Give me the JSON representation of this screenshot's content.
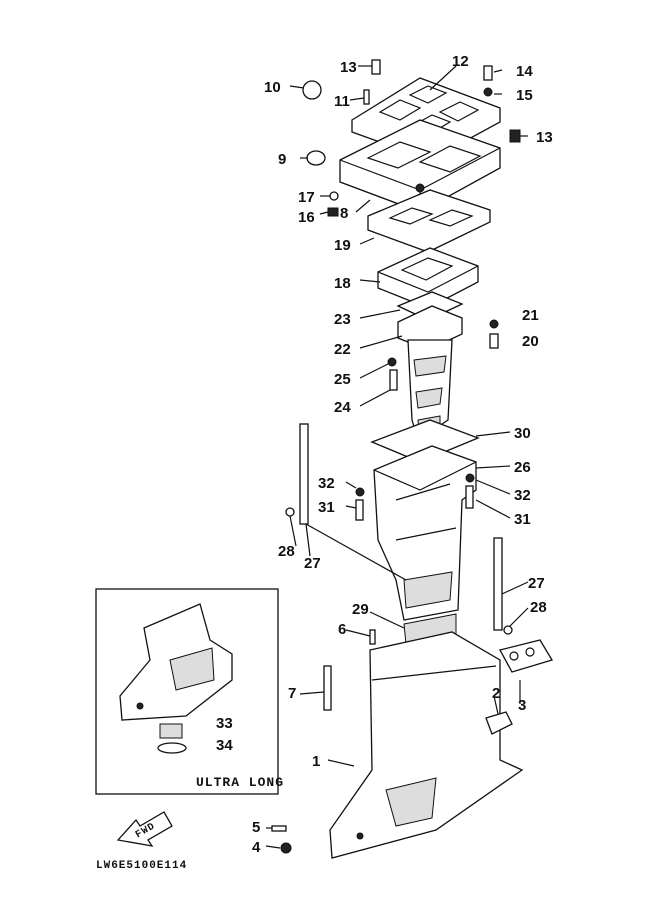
{
  "diagram": {
    "labels": [
      {
        "id": "1",
        "text": "1"
      },
      {
        "id": "2",
        "text": "2"
      },
      {
        "id": "3",
        "text": "3"
      },
      {
        "id": "4",
        "text": "4"
      },
      {
        "id": "5",
        "text": "5"
      },
      {
        "id": "6",
        "text": "6"
      },
      {
        "id": "7",
        "text": "7"
      },
      {
        "id": "8",
        "text": "8"
      },
      {
        "id": "9",
        "text": "9"
      },
      {
        "id": "10",
        "text": "10"
      },
      {
        "id": "11",
        "text": "11"
      },
      {
        "id": "12",
        "text": "12"
      },
      {
        "id": "13a",
        "text": "13"
      },
      {
        "id": "13b",
        "text": "13"
      },
      {
        "id": "14",
        "text": "14"
      },
      {
        "id": "15",
        "text": "15"
      },
      {
        "id": "16",
        "text": "16"
      },
      {
        "id": "17",
        "text": "17"
      },
      {
        "id": "18",
        "text": "18"
      },
      {
        "id": "19",
        "text": "19"
      },
      {
        "id": "20",
        "text": "20"
      },
      {
        "id": "21",
        "text": "21"
      },
      {
        "id": "22",
        "text": "22"
      },
      {
        "id": "23",
        "text": "23"
      },
      {
        "id": "24",
        "text": "24"
      },
      {
        "id": "25",
        "text": "25"
      },
      {
        "id": "26",
        "text": "26"
      },
      {
        "id": "27a",
        "text": "27"
      },
      {
        "id": "27b",
        "text": "27"
      },
      {
        "id": "28a",
        "text": "28"
      },
      {
        "id": "28b",
        "text": "28"
      },
      {
        "id": "29",
        "text": "29"
      },
      {
        "id": "30",
        "text": "30"
      },
      {
        "id": "31a",
        "text": "31"
      },
      {
        "id": "31b",
        "text": "31"
      },
      {
        "id": "32a",
        "text": "32"
      },
      {
        "id": "32b",
        "text": "32"
      },
      {
        "id": "33",
        "text": "33"
      },
      {
        "id": "34",
        "text": "34"
      }
    ],
    "inset_caption": "ULTRA LONG",
    "fwd_label": "FWD",
    "drawing_code": "LW6E5100E114"
  }
}
